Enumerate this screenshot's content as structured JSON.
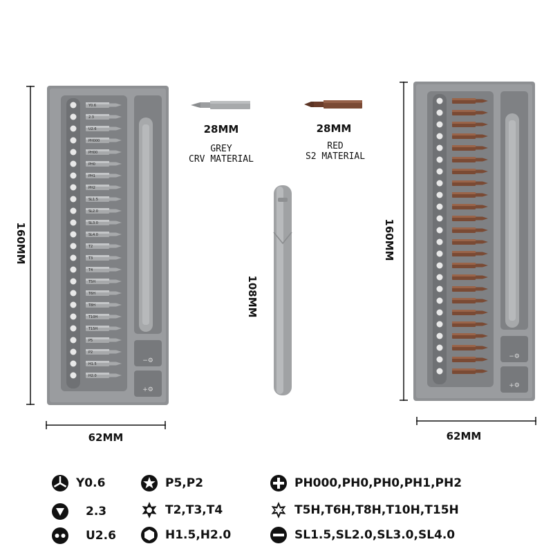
{
  "dimensions": {
    "left_height": "160MM",
    "left_width": "62MM",
    "handle_length": "108MM",
    "right_height": "160MM",
    "right_width": "62MM"
  },
  "bits": {
    "grey": {
      "length": "28MM",
      "line1": "GREY",
      "line2": "CRV MATERIAL"
    },
    "red": {
      "length": "28MM",
      "line1": "RED",
      "line2": "S2 MATERIAL"
    }
  },
  "left_case_bits": [
    "Y0.6",
    "2.3",
    "U2.6",
    "PH000",
    "PH00",
    "PH0",
    "PH1",
    "PH2",
    "SL1.5",
    "SL2.0",
    "SL3.0",
    "SL4.0",
    "T2",
    "T3",
    "T4",
    "T5H",
    "T6H",
    "T8H",
    "T10H",
    "T15H",
    "P5",
    "P2",
    "H1.5",
    "H2.0"
  ],
  "legend": [
    {
      "icon": "tri-wing-icon",
      "label": "Y0.6"
    },
    {
      "icon": "triangle-icon",
      "label": "2.3"
    },
    {
      "icon": "u-slot-icon",
      "label": "U2.6"
    },
    {
      "icon": "pentalobe-icon",
      "label": "P5,P2"
    },
    {
      "icon": "torx-icon",
      "label": "T2,T3,T4"
    },
    {
      "icon": "hex-icon",
      "label": "H1.5,H2.0"
    },
    {
      "icon": "phillips-icon",
      "label": "PH000,PH0,PH0,PH1,PH2"
    },
    {
      "icon": "torx-security-icon",
      "label": "T5H,T6H,T8H,T10H,T15H"
    },
    {
      "icon": "slotted-icon",
      "label": "SL1.5,SL2.0,SL3.0,SL4.0"
    }
  ],
  "colors": {
    "case_grey": "#8e9093",
    "case_dark": "#77797c",
    "grey_bit": "#a7a9ab",
    "red_bit": "#7a4a34"
  }
}
